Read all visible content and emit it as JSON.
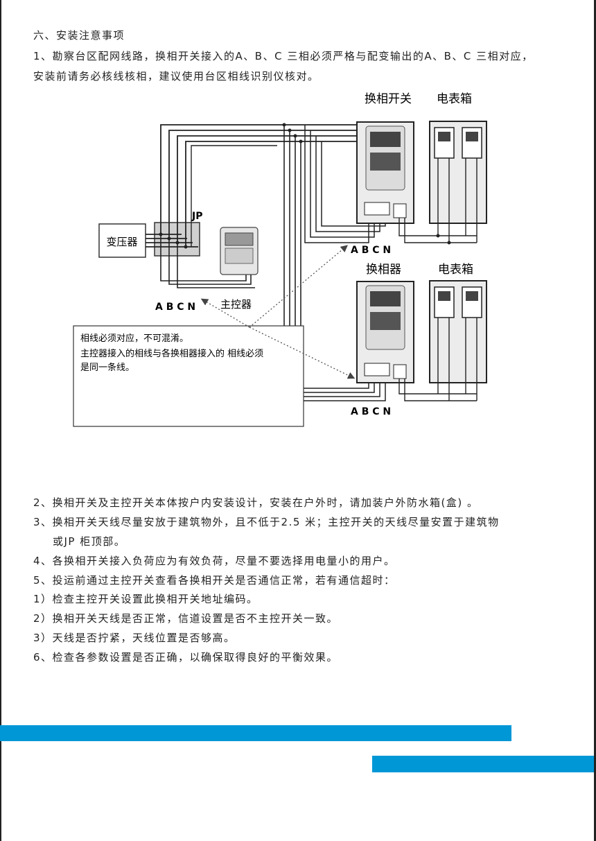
{
  "section_title": "六、安装注意事项",
  "items": {
    "p1_line1": "1、勘察台区配网线路，换相开关接入的A、B、C 三相必须严格与配变输出的A、B、C 三相对应，",
    "p1_line2": "安装前请务必核线核相，建议使用台区相线识别仪核对。",
    "p2": "2、换相开关及主控开关本体按户内安装设计，安装在户外时，请加装户外防水箱(盒) 。",
    "p3_line1": "3、换相开关天线尽量安放于建筑物外，且不低于2.5 米；主控开关的天线尽量安置于建筑物",
    "p3_line2": "或JP 柜顶部。",
    "p4": "4、各换相开关接入负荷应为有效负荷，尽量不要选择用电量小的用户。",
    "p5": "5、投运前通过主控开关查看各换相开关是否通信正常，若有通信超时：",
    "p5_1": "1）检查主控开关设置此换相开关地址编码。",
    "p5_2": "2）换相开关天线是否正常，信道设置是否不主控开关一致。",
    "p5_3": "3）天线是否拧紧，天线位置是否够高。",
    "p6": "6、检查各参数设置是否正确，以确保取得良好的平衡效果。"
  },
  "diagram": {
    "transformer": "变压器",
    "jp": "JP",
    "main_controller": "主控器",
    "phase_labels_left": "A B C N",
    "phase_switch_title": "换相开关",
    "meter_box_title_1": "电表箱",
    "phase_labels_right_1": "A B C N",
    "phase_changer_title": "换相器",
    "meter_box_title_2": "电表箱",
    "phase_labels_right_2": "A B C N",
    "note_line1": "相线必须对应，不可混淆。",
    "note_line2": "主控器接入的相线与各换相器接入的 相线必须",
    "note_line3": "是同一条线。"
  },
  "colors": {
    "accent_bar": "#0097d6"
  }
}
